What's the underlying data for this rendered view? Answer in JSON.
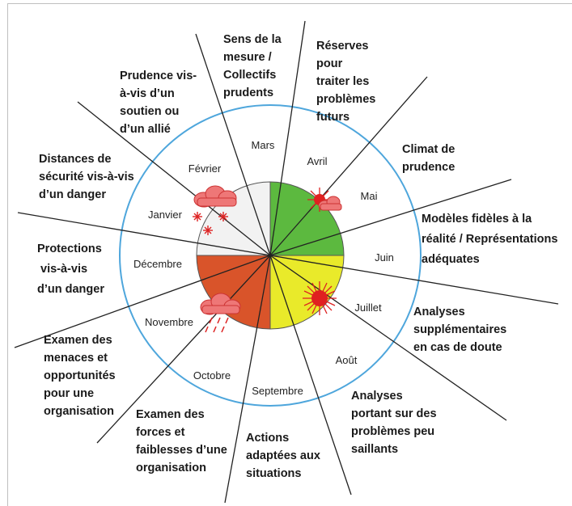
{
  "months": [
    "Janvier",
    "Février",
    "Mars",
    "Avril",
    "Mai",
    "Juin",
    "Juillet",
    "Août",
    "Septembre",
    "Octobre",
    "Novembre",
    "Décembre"
  ],
  "labels": {
    "sens_mesure": [
      "Sens de la",
      "mesure /",
      "Collectifs",
      "prudents"
    ],
    "reserves": [
      "Réserves",
      "pour",
      "traiter les",
      "problèmes",
      "futurs"
    ],
    "prudence_soutien": [
      "Prudence vis-",
      "à-vis d’un",
      "soutien ou",
      "d’un allié"
    ],
    "climat": [
      "Climat de",
      "prudence"
    ],
    "distances": [
      "Distances de",
      "sécurité vis-à-vis",
      "d’un danger"
    ],
    "modeles": [
      "Modèles fidèles à la",
      "réalité / Représentations",
      "adéquates"
    ],
    "protections": [
      "Protections",
      "vis-à-vis",
      "d’un danger"
    ],
    "analyses_supp": [
      "Analyses",
      "supplémentaires",
      "en cas de doute"
    ],
    "examen_menaces": [
      "Examen des",
      "menaces et",
      "opportunités",
      "pour une",
      "organisation"
    ],
    "analyses_problemes": [
      "Analyses",
      "portant sur des",
      "problèmes peu",
      "saillants"
    ],
    "examen_forces": [
      "Examen des",
      "forces et",
      "faiblesses d’une",
      "organisation"
    ],
    "actions": [
      "Actions",
      "adaptées aux",
      "situations"
    ]
  },
  "colors": {
    "ring": "#4ea6dc",
    "green": "#5cb93f",
    "yellow": "#e9ea2a",
    "orange": "#d9542a",
    "grey": "#f2f2f2",
    "spoke": "#222222",
    "sun": "#e02020",
    "cloud": "#ee7777"
  },
  "icons": [
    "snow-cloud-icon",
    "sun-cloud-icon",
    "sun-icon",
    "rain-cloud-icon"
  ]
}
